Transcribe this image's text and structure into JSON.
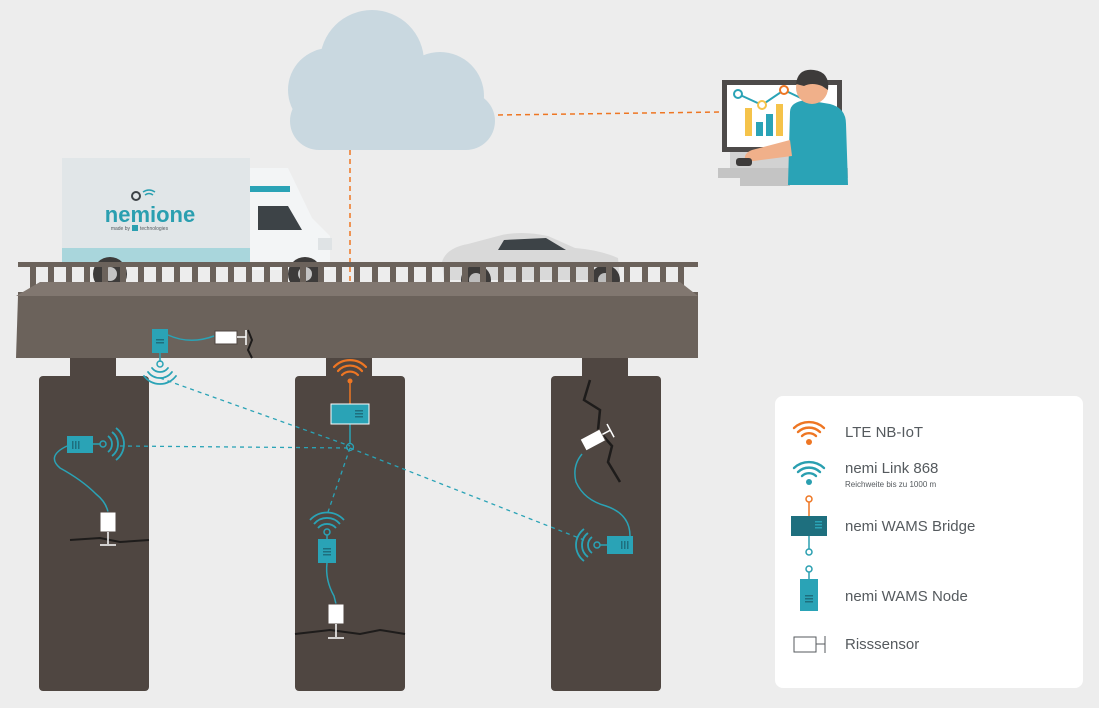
{
  "truck": {
    "brand": "nemione",
    "tagline": "made by",
    "tagline_company": "technologies"
  },
  "legend": {
    "items": [
      {
        "label": "LTE NB-IoT",
        "icon": "lte-signal-icon",
        "color": "#ee7623"
      },
      {
        "label": "nemi Link 868",
        "sublabel": "Reichweite bis zu 1000 m",
        "icon": "radio-signal-icon",
        "color": "#2a9fb0"
      },
      {
        "label": "nemi WAMS Bridge",
        "icon": "bridge-device-icon",
        "color": "#1e6f7e"
      },
      {
        "label": "nemi WAMS Node",
        "icon": "node-device-icon",
        "color": "#2aa3b6"
      },
      {
        "label": "Risssensor",
        "icon": "crack-sensor-icon",
        "color": "#555a5e"
      }
    ]
  },
  "colors": {
    "background": "#ededed",
    "deck": "#6b625b",
    "pillar": "#4f4641",
    "teal": "#2aa3b6",
    "orange": "#ee7623",
    "cloud": "#c9d8e0"
  }
}
